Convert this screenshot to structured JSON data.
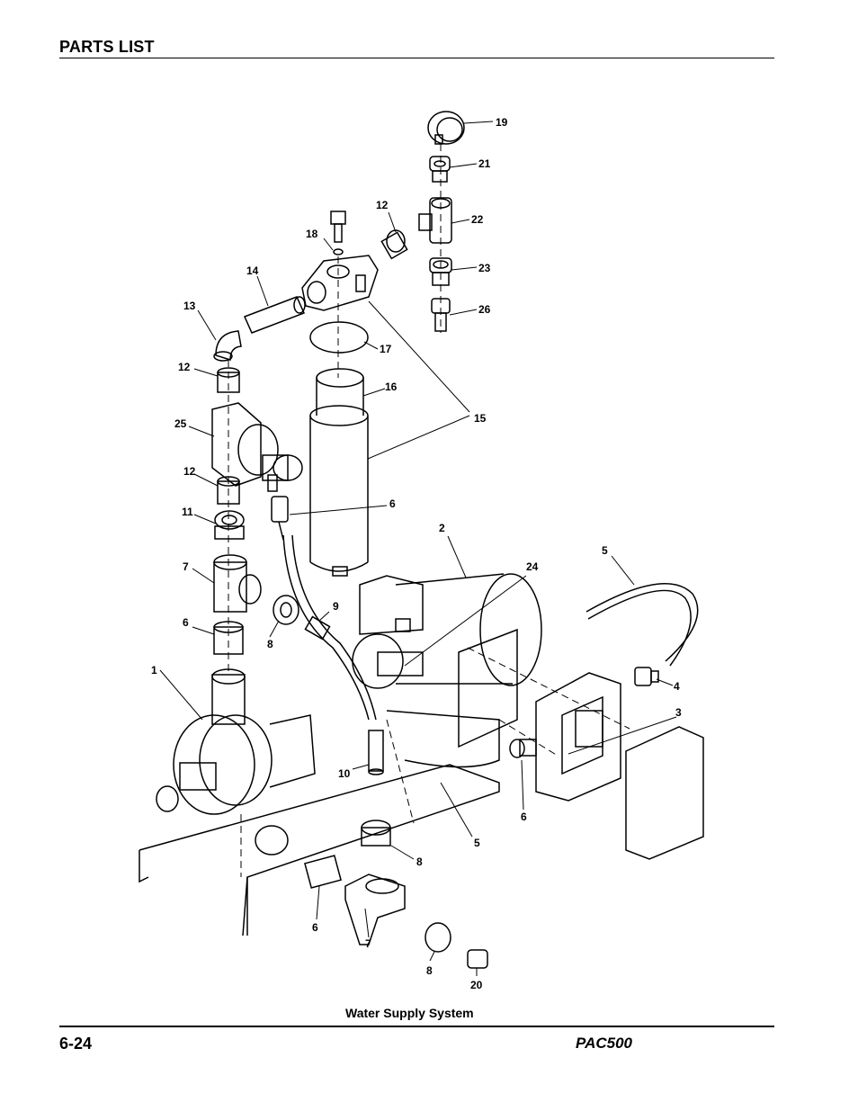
{
  "header": {
    "title": "PARTS LIST"
  },
  "figure": {
    "caption": "Water Supply System",
    "callouts": [
      {
        "label": "19"
      },
      {
        "label": "21"
      },
      {
        "label": "22"
      },
      {
        "label": "12"
      },
      {
        "label": "18"
      },
      {
        "label": "23"
      },
      {
        "label": "14"
      },
      {
        "label": "26"
      },
      {
        "label": "13"
      },
      {
        "label": "17"
      },
      {
        "label": "12"
      },
      {
        "label": "16"
      },
      {
        "label": "25"
      },
      {
        "label": "15"
      },
      {
        "label": "12"
      },
      {
        "label": "6"
      },
      {
        "label": "11"
      },
      {
        "label": "2"
      },
      {
        "label": "5"
      },
      {
        "label": "24"
      },
      {
        "label": "7"
      },
      {
        "label": "9"
      },
      {
        "label": "6"
      },
      {
        "label": "8"
      },
      {
        "label": "1"
      },
      {
        "label": "4"
      },
      {
        "label": "3"
      },
      {
        "label": "10"
      },
      {
        "label": "6"
      },
      {
        "label": "5"
      },
      {
        "label": "8"
      },
      {
        "label": "6"
      },
      {
        "label": "7"
      },
      {
        "label": "8"
      },
      {
        "label": "20"
      }
    ]
  },
  "footer": {
    "page_number": "6-24",
    "doc_title": "PAC500"
  }
}
